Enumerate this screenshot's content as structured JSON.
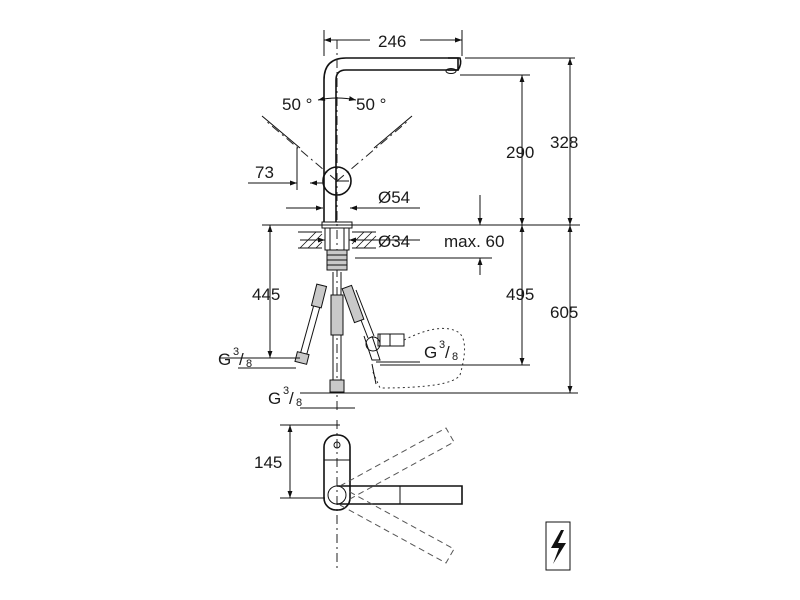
{
  "labels": {
    "width_spout": "246",
    "angle_left": "50 °",
    "angle_right": "50 °",
    "offset_73": "73",
    "dia_body": "Ø54",
    "dia_hole": "Ø34",
    "max_thickness": "max. 60",
    "height_spout": "290",
    "height_total": "328",
    "below_counter_left": "445",
    "below_counter_mid": "495",
    "below_counter_right": "605",
    "thread_left": "G",
    "thread_left_num": "3",
    "thread_left_den": "8",
    "thread_right": "G",
    "thread_right_num": "3",
    "thread_right_den": "8",
    "thread_bottom": "G",
    "thread_bottom_num": "3",
    "thread_bottom_den": "8",
    "height_lower_view": "145"
  },
  "icons": {
    "electric": "lightning-bolt-icon"
  }
}
